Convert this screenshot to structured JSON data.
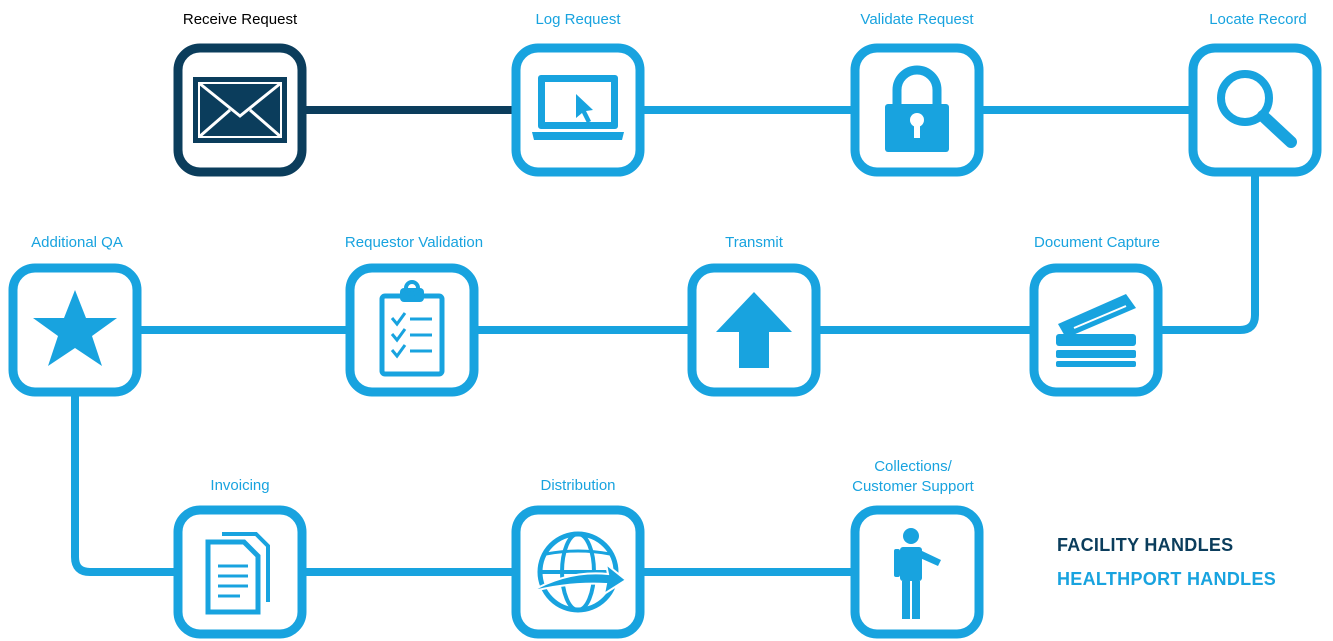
{
  "colors": {
    "facility": "#0b3d5c",
    "healthport": "#18a3df"
  },
  "steps": [
    {
      "id": "receive",
      "label": "Receive Request",
      "icon": "envelope-icon",
      "owner": "facility"
    },
    {
      "id": "log",
      "label": "Log Request",
      "icon": "laptop-cursor-icon",
      "owner": "healthport"
    },
    {
      "id": "validate",
      "label": "Validate Request",
      "icon": "padlock-icon",
      "owner": "healthport"
    },
    {
      "id": "locate",
      "label": "Locate Record",
      "icon": "magnifier-icon",
      "owner": "healthport"
    },
    {
      "id": "capture",
      "label": "Document Capture",
      "icon": "scanner-icon",
      "owner": "healthport"
    },
    {
      "id": "transmit",
      "label": "Transmit",
      "icon": "arrow-up-icon",
      "owner": "healthport"
    },
    {
      "id": "reqval",
      "label": "Requestor Validation",
      "icon": "clipboard-icon",
      "owner": "healthport"
    },
    {
      "id": "qa",
      "label": "Additional QA",
      "icon": "star-icon",
      "owner": "healthport"
    },
    {
      "id": "invoicing",
      "label": "Invoicing",
      "icon": "documents-icon",
      "owner": "healthport"
    },
    {
      "id": "distrib",
      "label": "Distribution",
      "icon": "globe-icon",
      "owner": "healthport"
    },
    {
      "id": "support",
      "label": "Collections/\nCustomer Support",
      "icon": "person-pointing-icon",
      "owner": "healthport"
    }
  ],
  "legend": {
    "facility": "FACILITY HANDLES",
    "healthport": "HEALTHPORT HANDLES"
  }
}
